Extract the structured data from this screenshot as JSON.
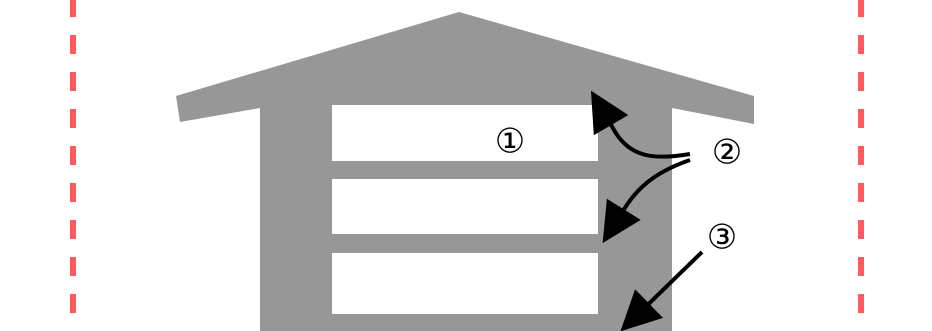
{
  "colors": {
    "background": "#ffffff",
    "building": "#979797",
    "boundary_line": "#ff5a5f",
    "panel": "#ffffff",
    "annotation": "#000000"
  },
  "callouts": {
    "one": "①",
    "two": "②",
    "three": "③"
  }
}
